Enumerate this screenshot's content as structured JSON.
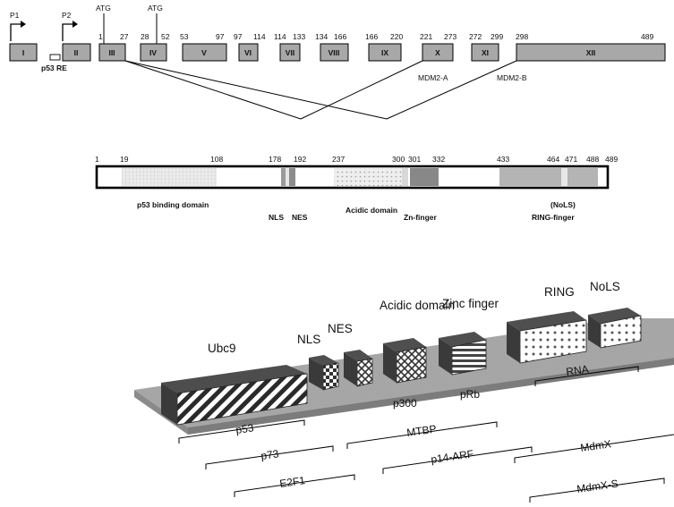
{
  "gene": {
    "promoters": [
      "P1",
      "P2"
    ],
    "p53_re_label": "p53 RE",
    "atg_label": "ATG",
    "exons": [
      {
        "label": "I",
        "start": "",
        "end": ""
      },
      {
        "label": "II",
        "start": "",
        "end": ""
      },
      {
        "label": "III",
        "start": "1",
        "end": "27"
      },
      {
        "label": "IV",
        "start": "28",
        "end": "52"
      },
      {
        "label": "V",
        "start": "53",
        "end": "97"
      },
      {
        "label": "VI",
        "start": "97",
        "end": "114"
      },
      {
        "label": "VII",
        "start": "114",
        "end": "133"
      },
      {
        "label": "VIII",
        "start": "134",
        "end": "166"
      },
      {
        "label": "IX",
        "start": "166",
        "end": "220"
      },
      {
        "label": "X",
        "start": "221",
        "end": "273"
      },
      {
        "label": "XI",
        "start": "272",
        "end": "299"
      },
      {
        "label": "XII",
        "start": "298",
        "end": "489"
      }
    ],
    "splice_variants": [
      "MDM2-A",
      "MDM2-B"
    ]
  },
  "protein_map": {
    "positions": [
      "1",
      "19",
      "108",
      "178",
      "192",
      "237",
      "300",
      "301",
      "332",
      "433",
      "464",
      "471",
      "488",
      "489"
    ],
    "domains": {
      "p53_binding": "p53 binding domain",
      "nls": "NLS",
      "nes": "NES",
      "acidic": "Acidic domain",
      "zinc": "Zn-finger",
      "ring": "RING-finger",
      "nols": "(NoLS)"
    }
  },
  "model_3d": {
    "domain_labels": {
      "ubc9": "Ubc9",
      "nls": "NLS",
      "nes": "NES",
      "acidic": "Acidic domain",
      "zinc": "Zinc finger",
      "ring": "RING",
      "nols": "NoLS"
    },
    "partners_above": {
      "p300": "p300",
      "prb": "pRb"
    },
    "brackets": {
      "p53": "p53",
      "p73": "p73",
      "e2f1": "E2F1",
      "mtbp": "MTBP",
      "p14arf": "p14-ARF",
      "rna": "RNA",
      "mdmx": "MdmX",
      "mdmxs": "MdmX-S"
    }
  }
}
